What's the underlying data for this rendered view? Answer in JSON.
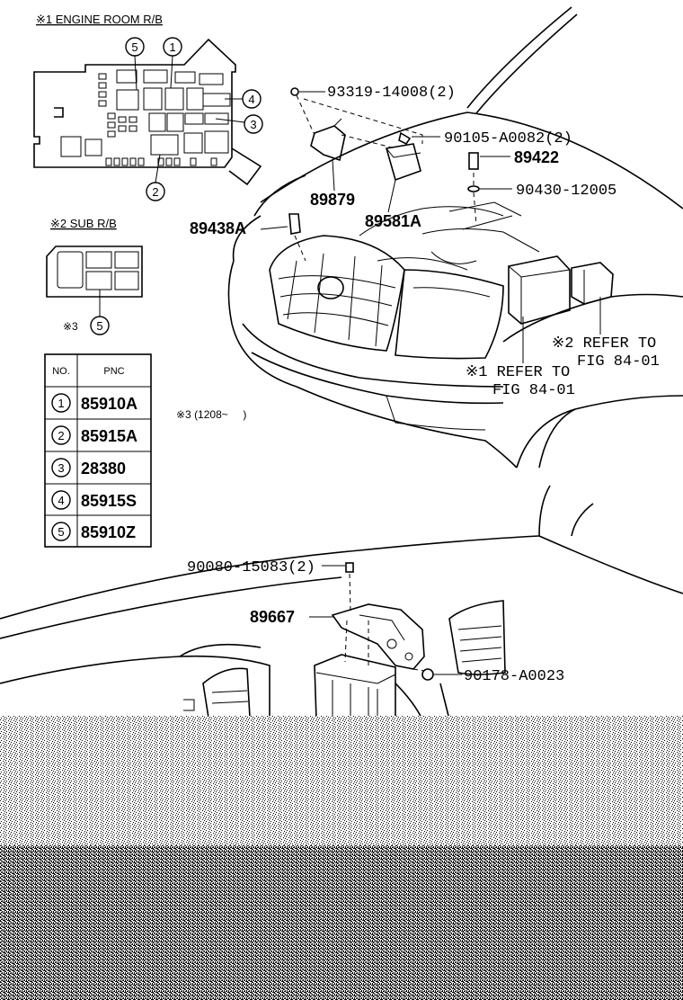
{
  "insets": {
    "engine_room_rb": {
      "title": "※1 ENGINE ROOM R/B",
      "callouts": [
        "5",
        "1",
        "4",
        "3",
        "2"
      ]
    },
    "sub_rb": {
      "title": "※2 SUB R/B",
      "note_prefix": "※3",
      "note_num": "5"
    }
  },
  "pnc_table": {
    "headers": [
      "NO.",
      "PNC"
    ],
    "rows": [
      {
        "no": "1",
        "pnc": "85910A"
      },
      {
        "no": "2",
        "pnc": "85915A"
      },
      {
        "no": "3",
        "pnc": "28380"
      },
      {
        "no": "4",
        "pnc": "85915S"
      },
      {
        "no": "5",
        "pnc": "85910Z"
      }
    ]
  },
  "footnote": "※3 (1208~     )",
  "part_labels": {
    "p93319": "93319-14008(2)",
    "p90105": "90105-A0082(2)",
    "p89422": "89422",
    "p90430": "90430-12005",
    "p89879": "89879",
    "p89581a": "89581A",
    "p89438a": "89438A",
    "ref2_line1": "※2 REFER TO",
    "ref2_line2": "FIG 84-01",
    "ref1_line1": "※1 REFER TO",
    "ref1_line2": "FIG 84-01",
    "p90080": "90080-15083(2)",
    "p89667": "89667",
    "p90178": "90178-A0023"
  }
}
